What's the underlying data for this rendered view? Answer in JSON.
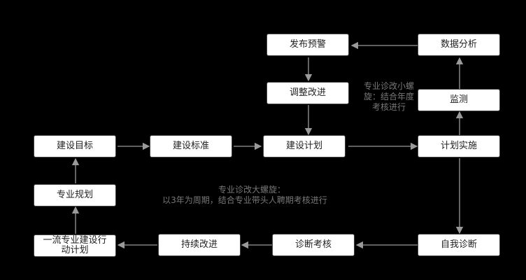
{
  "nodes": {
    "publish_warning": "发布预警",
    "data_analysis": "数据分析",
    "adjust_improve": "调整改进",
    "monitor": "监测",
    "build_goal": "建设目标",
    "build_standard": "建设标准",
    "build_plan": "建设计划",
    "plan_implement": "计划实施",
    "major_plan": "专业规划",
    "action_plan": "一流专业建设行动计划",
    "continuous_improve": "持续改进",
    "diagnosis_assessment": "诊断考核",
    "self_diagnosis": "自我诊断"
  },
  "notes": {
    "small_spiral_1": "专业诊改小螺",
    "small_spiral_2": "旋：结合年度",
    "small_spiral_3": "考核进行",
    "big_spiral_1": "专业诊改大螺旋：",
    "big_spiral_2": "以3年为周期，结合专业带头人聘期考核进行"
  },
  "colors": {
    "background": "#000000",
    "node": "#ffffff",
    "arrow": "#9a9a9a",
    "note": "#777777"
  }
}
